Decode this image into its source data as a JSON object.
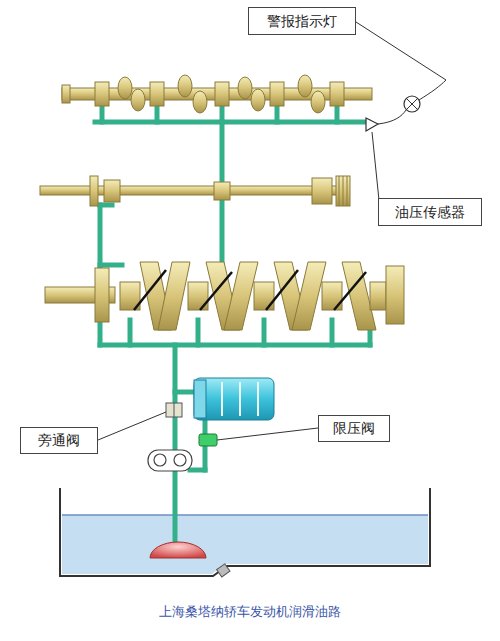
{
  "diagram": {
    "caption": "上海桑塔纳轿车发动机润滑油路",
    "nodes": [
      {
        "text": [
          "警报指示灯"
        ]
      },
      {
        "text": [
          "油压传感器"
        ]
      },
      {
        "text": [
          "旁通阀"
        ]
      },
      {
        "text": [
          "限压阀"
        ]
      }
    ]
  }
}
